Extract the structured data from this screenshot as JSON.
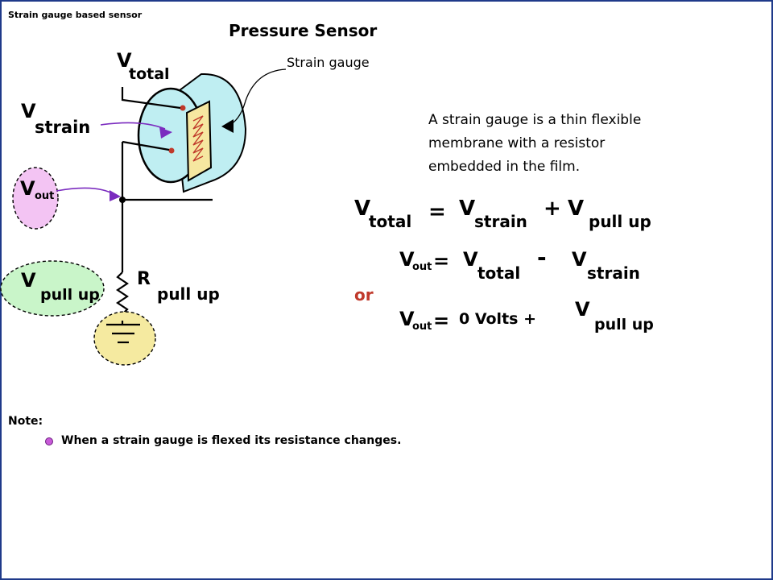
{
  "slide": {
    "header": "Strain gauge based sensor",
    "title": "Pressure Sensor",
    "callout_label": "Strain gauge",
    "description": [
      "A strain gauge is a thin flexible",
      "membrane with a resistor",
      "embedded in the film."
    ],
    "note_label": "Note:",
    "note_bullets": [
      "When a strain gauge is flexed its resistance changes."
    ]
  },
  "circuit": {
    "v_total": {
      "main": "V",
      "sub": "total"
    },
    "v_strain": {
      "main": "V",
      "sub": "strain"
    },
    "v_out": {
      "main": "V",
      "sub": "out"
    },
    "v_pullup": {
      "main": "V",
      "sub": "pull up"
    },
    "r_pullup": {
      "main": "R",
      "sub": "pull up"
    }
  },
  "equations": {
    "eq1": {
      "v1": "V",
      "s1": "total",
      "op1": "=",
      "v2": "V",
      "s2": "strain",
      "op2": "+",
      "v3": "V",
      "s3": "pull up"
    },
    "eq2": {
      "v1": "V",
      "s1": "out",
      "op1": "=",
      "v2": "V",
      "s2": "total",
      "op2": "-",
      "v3": "V",
      "s3": "strain"
    },
    "or_label": "or",
    "eq3": {
      "v1": "V",
      "s1": "out",
      "op1": "=",
      "rhs": "0 Volts +",
      "v3": "V",
      "s3": "pull up"
    }
  },
  "colors": {
    "border": "#1f3a8a",
    "or": "#c0392b",
    "purple": "#7b2cbf",
    "pink": "#f3c4f3",
    "green": "#c9f5c9",
    "yellow": "#f5eaa0",
    "sensor": "#bfeef2",
    "gauge_fill": "#f6e7a0"
  }
}
